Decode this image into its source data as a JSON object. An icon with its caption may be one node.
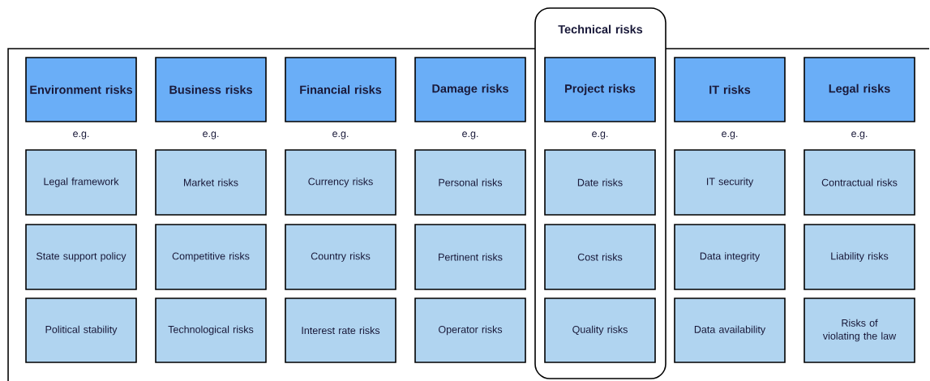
{
  "diagram": {
    "nodes": [
      {
        "text": [
          "Technical risks"
        ]
      },
      {
        "text": [
          "Environment risks"
        ]
      },
      {
        "text": [
          "Business risks"
        ]
      },
      {
        "text": [
          "Financial risks"
        ]
      },
      {
        "text": [
          "Damage risks"
        ]
      },
      {
        "text": [
          "Project risks"
        ],
        "in": 0
      },
      {
        "text": [
          "IT risks"
        ]
      },
      {
        "text": [
          "Legal risks"
        ]
      },
      {
        "text": [
          "Legal framework"
        ]
      },
      {
        "text": [
          "Market risks"
        ]
      },
      {
        "text": [
          "Currency risks"
        ]
      },
      {
        "text": [
          "Personal risks"
        ]
      },
      {
        "text": [
          "Date risks"
        ],
        "in": 0
      },
      {
        "text": [
          "IT security"
        ]
      },
      {
        "text": [
          "Contractual risks"
        ]
      },
      {
        "text": [
          "State support policy"
        ]
      },
      {
        "text": [
          "Competitive risks"
        ]
      },
      {
        "text": [
          "Country risks"
        ]
      },
      {
        "text": [
          "Pertinent risks"
        ]
      },
      {
        "text": [
          "Cost risks"
        ],
        "in": 0
      },
      {
        "text": [
          "Data integrity"
        ]
      },
      {
        "text": [
          "Liability risks"
        ]
      },
      {
        "text": [
          "Political stability"
        ]
      },
      {
        "text": [
          "Technological risks"
        ]
      },
      {
        "text": [
          "Interest rate risks"
        ]
      },
      {
        "text": [
          "Operator risks"
        ]
      },
      {
        "text": [
          "Quality risks"
        ],
        "in": 0
      },
      {
        "text": [
          "Data availability"
        ]
      },
      {
        "text": [
          "Risks of violating the law"
        ]
      }
    ],
    "labels": [
      "e.g.",
      "e.g.",
      "e.g.",
      "e.g.",
      "e.g.",
      "e.g.",
      "e.g."
    ]
  }
}
